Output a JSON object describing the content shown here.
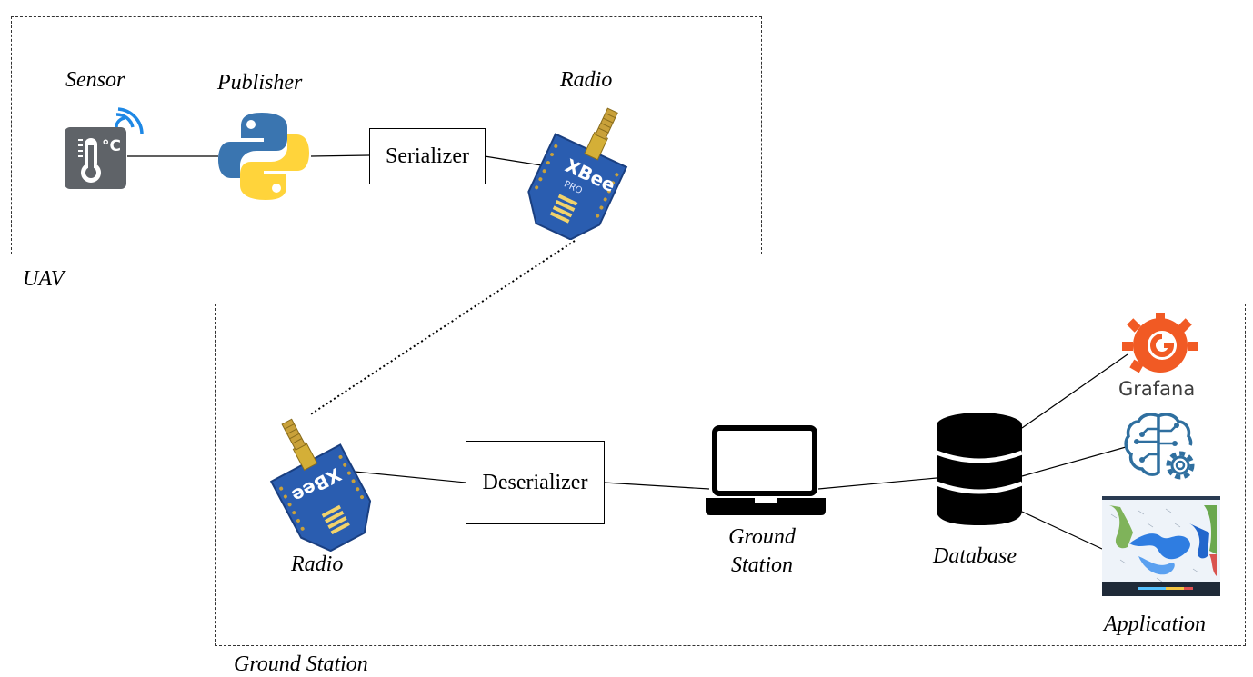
{
  "uav": {
    "frame_label": "UAV",
    "sensor_label": "Sensor",
    "publisher_label": "Publisher",
    "radio_label": "Radio",
    "serializer_label": "Serializer"
  },
  "ground": {
    "frame_label": "Ground Station",
    "radio_label": "Radio",
    "deserializer_label": "Deserializer",
    "station_label_line1": "Ground",
    "station_label_line2": "Station",
    "database_label": "Database",
    "application_label": "Application",
    "grafana_text": "Grafana"
  },
  "icons": {
    "sensor": "thermometer-sensor-icon",
    "publisher": "python-icon",
    "radio": "xbee-radio-icon",
    "laptop": "laptop-icon",
    "database": "database-icon",
    "grafana": "grafana-icon",
    "ai": "brain-gear-icon",
    "map": "weather-map-icon"
  },
  "colors": {
    "sensor_body": "#5f6368",
    "wifi": "#1e88e5",
    "python_blue": "#3a75b0",
    "python_yellow": "#ffd43b",
    "xbee_board": "#2a5db0",
    "connector": "#c9a13a",
    "grafana": "#f15a24",
    "ai_icon": "#2f6f9f"
  }
}
